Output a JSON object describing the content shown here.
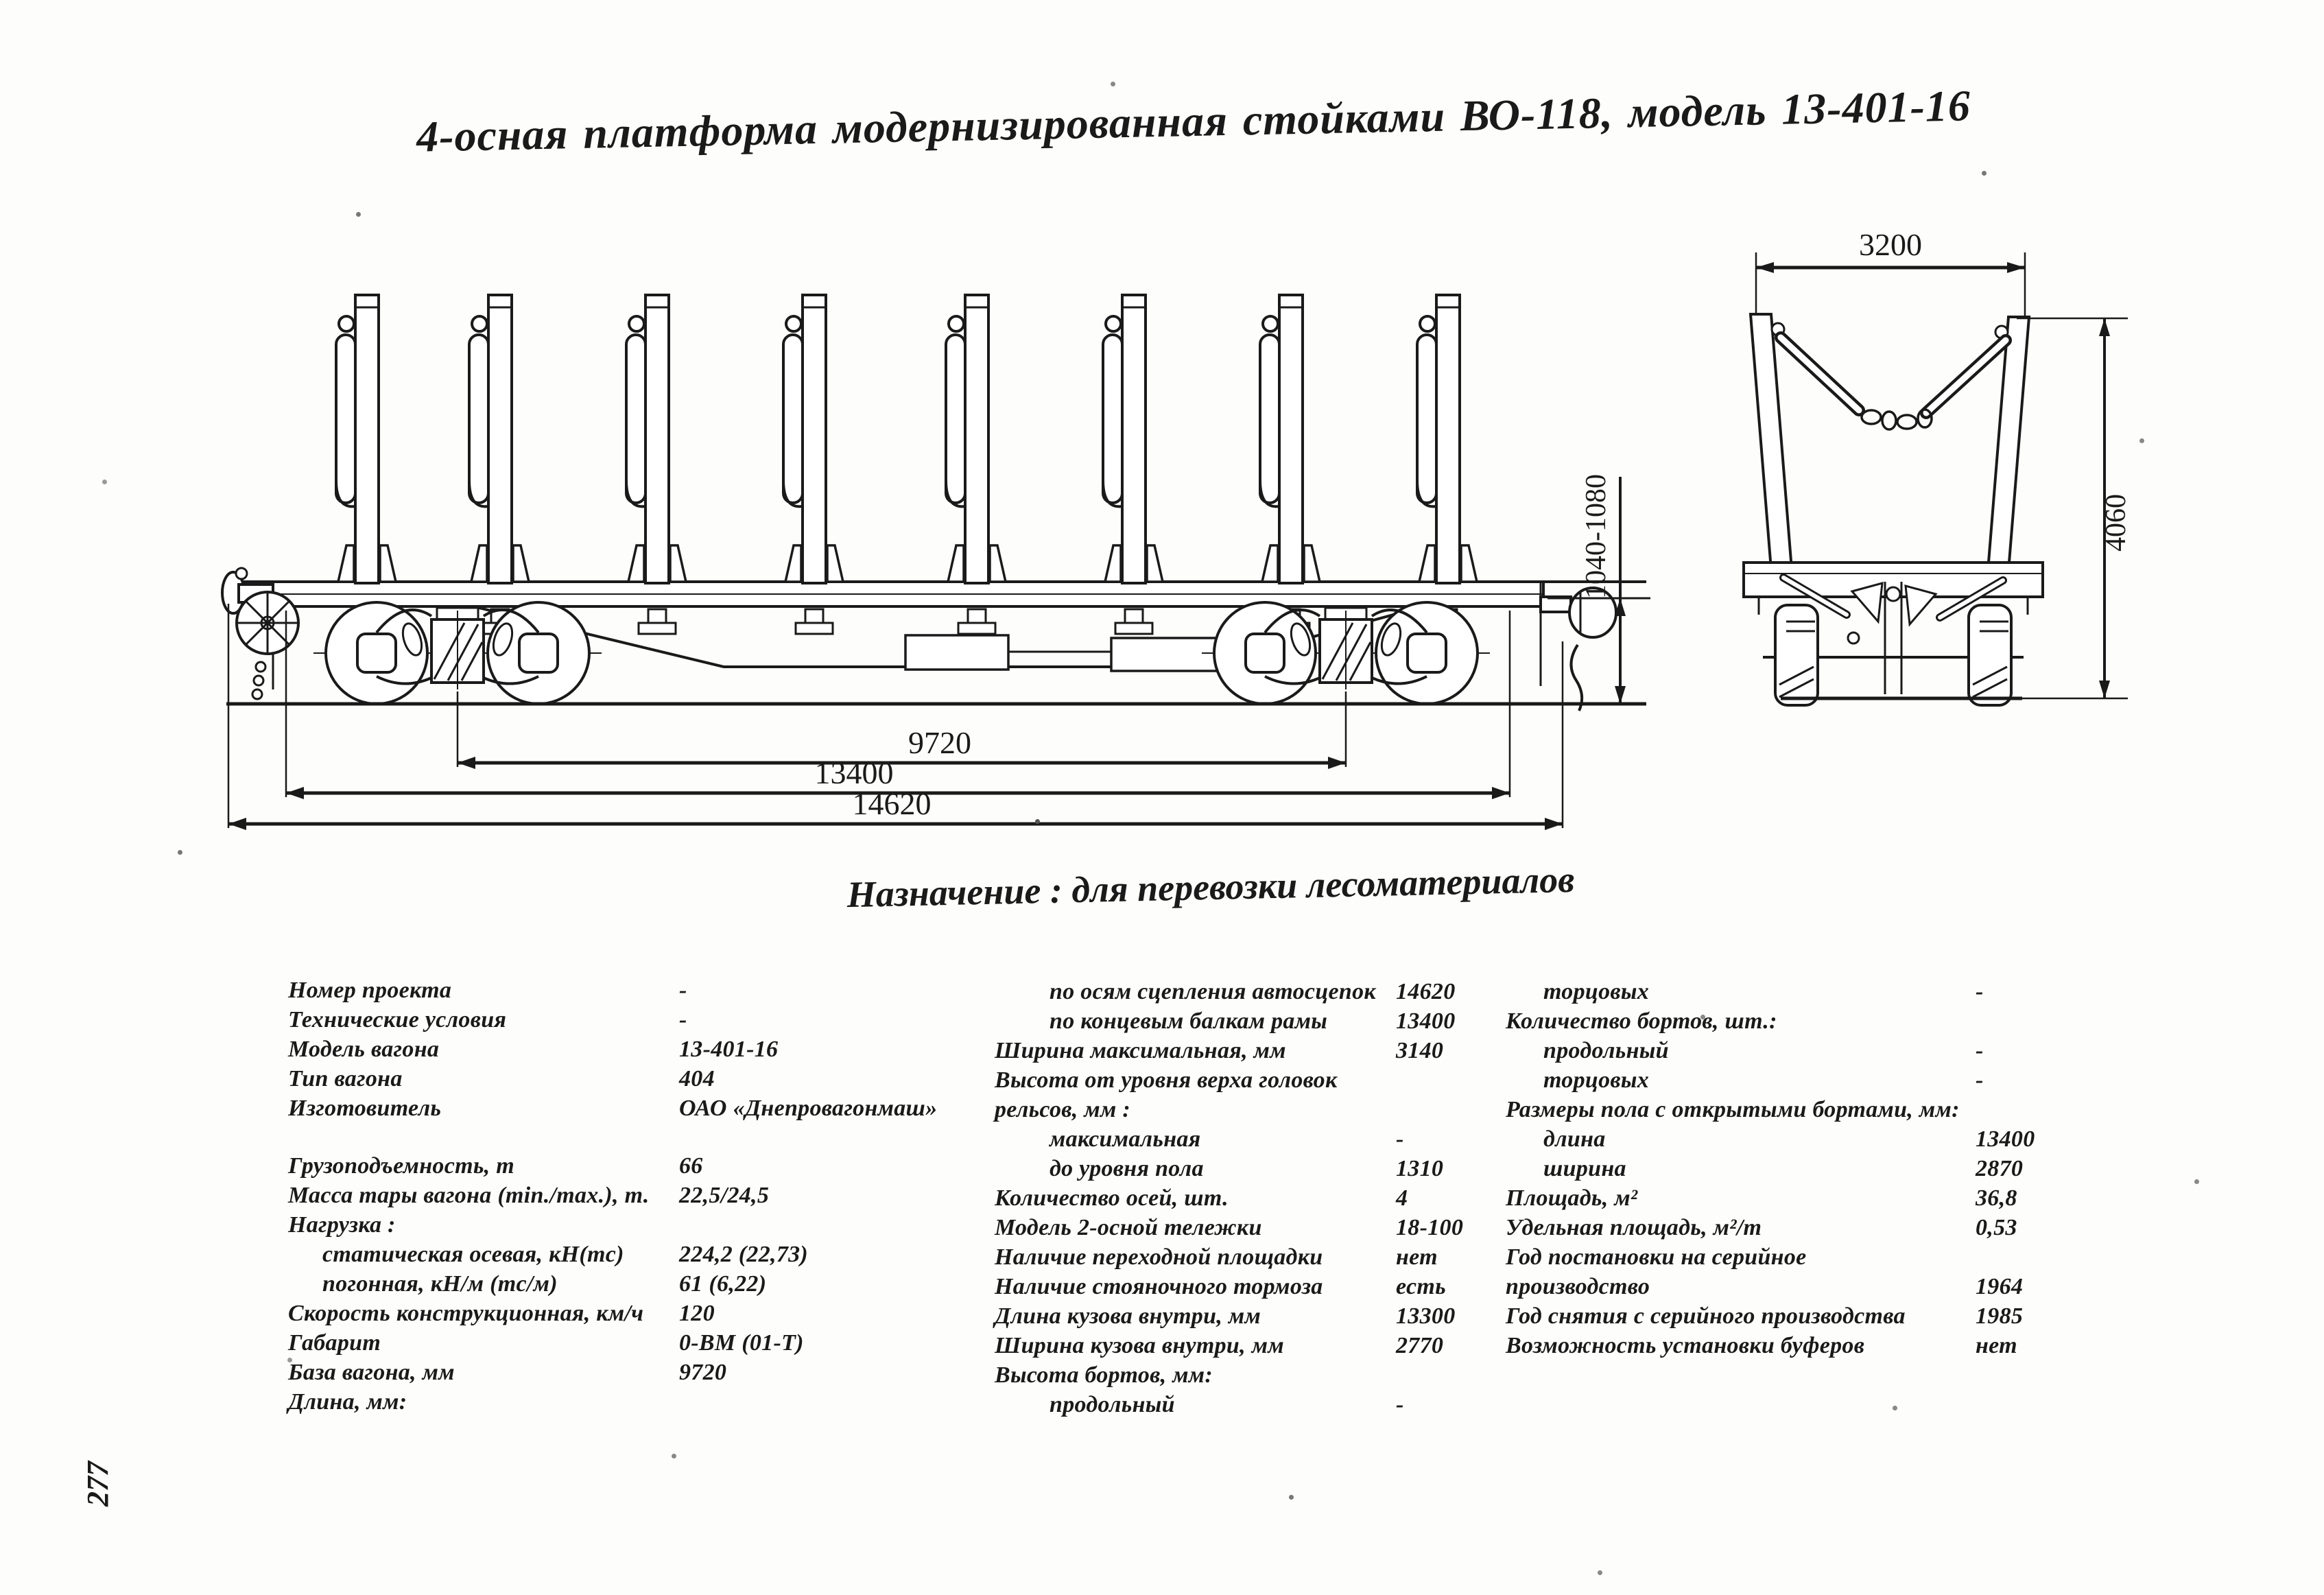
{
  "colors": {
    "ink": "#1a1a1a",
    "paper": "#fdfdfb"
  },
  "header": {
    "title": "4-осная платформа модернизированная стойками ВО-118, модель 13-401-16"
  },
  "purpose_caption": "Назначение : для перевозки лесоматериалов",
  "page_number": "277",
  "side_view": {
    "dim_wheel_base": "9720",
    "dim_frame_length": "13400",
    "dim_coupler_length": "14620",
    "dim_floor_height": "1040-1080"
  },
  "end_view": {
    "dim_width": "3200",
    "dim_height": "4060"
  },
  "specs": {
    "col1": [
      {
        "label": "Номер проекта",
        "value": "-"
      },
      {
        "label": "Технические условия",
        "value": "-"
      },
      {
        "label": "Модель вагона",
        "value": "13-401-16"
      },
      {
        "label": "Тип вагона",
        "value": "404"
      },
      {
        "label": "Изготовитель",
        "value": "ОАО «Днепровагонмаш»"
      },
      {
        "label": "",
        "value": "",
        "gap": true
      },
      {
        "label": "Грузоподъемность, т",
        "value": "66"
      },
      {
        "label": "Масса тары вагона (min./max.), т.",
        "value": "22,5/24,5"
      },
      {
        "label": "Нагрузка :",
        "value": ""
      },
      {
        "label": "статическая осевая, кН(тс)",
        "value": "224,2 (22,73)",
        "indent": 1
      },
      {
        "label": "погонная, кН/м (тс/м)",
        "value": "61 (6,22)",
        "indent": 1
      },
      {
        "label": "Скорость конструкционная, км/ч",
        "value": "120"
      },
      {
        "label": "Габарит",
        "value": "0-ВМ (01-Т)"
      },
      {
        "label": "База вагона, мм",
        "value": "9720"
      },
      {
        "label": "Длина, мм:",
        "value": ""
      }
    ],
    "col2": [
      {
        "label": "по осям сцепления автосцепок",
        "value": "14620",
        "indent": 1
      },
      {
        "label": "по концевым балкам рамы",
        "value": "13400",
        "indent": 1
      },
      {
        "label": "Ширина максимальная, мм",
        "value": "3140"
      },
      {
        "label": "Высота от уровня верха головок",
        "value": ""
      },
      {
        "label": "рельсов, мм :",
        "value": ""
      },
      {
        "label": "максимальная",
        "value": "-",
        "indent": 1
      },
      {
        "label": "до уровня пола",
        "value": "1310",
        "indent": 1
      },
      {
        "label": "Количество осей, шт.",
        "value": "4"
      },
      {
        "label": "Модель 2-осной тележки",
        "value": "18-100"
      },
      {
        "label": "Наличие переходной площадки",
        "value": "нет"
      },
      {
        "label": "Наличие стояночного тормоза",
        "value": "есть"
      },
      {
        "label": "Длина кузова внутри, мм",
        "value": "13300"
      },
      {
        "label": "Ширина кузова внутри, мм",
        "value": "2770"
      },
      {
        "label": "Высота бортов, мм:",
        "value": ""
      },
      {
        "label": "продольный",
        "value": "-",
        "indent": 1
      }
    ],
    "col3": [
      {
        "label": "торцовых",
        "value": "-",
        "indent": 1
      },
      {
        "label": "Количество бортов, шт.:",
        "value": ""
      },
      {
        "label": "продольный",
        "value": "-",
        "indent": 1
      },
      {
        "label": "торцовых",
        "value": "-",
        "indent": 1
      },
      {
        "label": "Размеры пола с открытыми бортами, мм:",
        "value": ""
      },
      {
        "label": "длина",
        "value": "13400",
        "indent": 1
      },
      {
        "label": "ширина",
        "value": "2870",
        "indent": 1
      },
      {
        "label": "Площадь, м²",
        "value": "36,8"
      },
      {
        "label": "Удельная площадь, м²/т",
        "value": "0,53"
      },
      {
        "label": "Год постановки на серийное",
        "value": ""
      },
      {
        "label": "производство",
        "value": "1964"
      },
      {
        "label": "Год снятия с серийного производства",
        "value": "1985"
      },
      {
        "label": "Возможность установки буферов",
        "value": "нет"
      }
    ]
  }
}
